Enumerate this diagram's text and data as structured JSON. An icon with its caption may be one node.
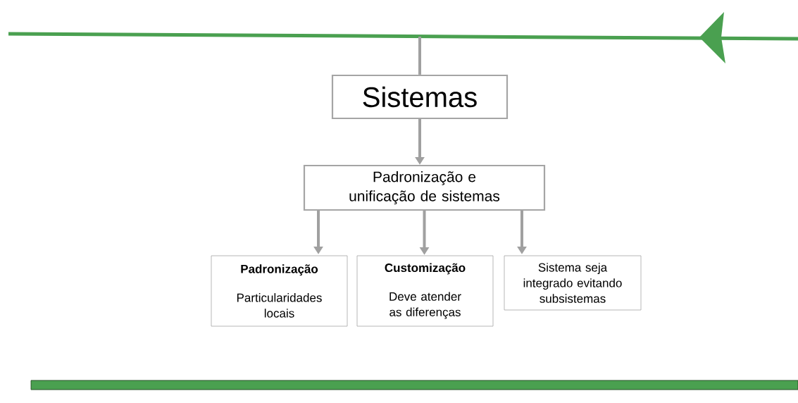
{
  "diagram": {
    "nodes": [
      {
        "text": [
          "Sistemas"
        ]
      },
      {
        "text": [
          "Padronização e unificação de sistemas"
        ]
      },
      {
        "text": [
          "Padronização",
          "Particularidades locais"
        ]
      },
      {
        "text": [
          "Customização",
          "Deve atender as diferenças"
        ]
      },
      {
        "text": [
          "Sistema seja integrado evitando subsistemas"
        ]
      }
    ],
    "edges": [
      {
        "from": null,
        "to": 0,
        "arrow": "none"
      },
      {
        "from": 0,
        "to": 1,
        "arrow": "to"
      },
      {
        "from": 1,
        "to": 2,
        "arrow": "to"
      },
      {
        "from": 1,
        "to": 3,
        "arrow": "to"
      },
      {
        "from": 1,
        "to": 4,
        "arrow": "to"
      }
    ]
  }
}
